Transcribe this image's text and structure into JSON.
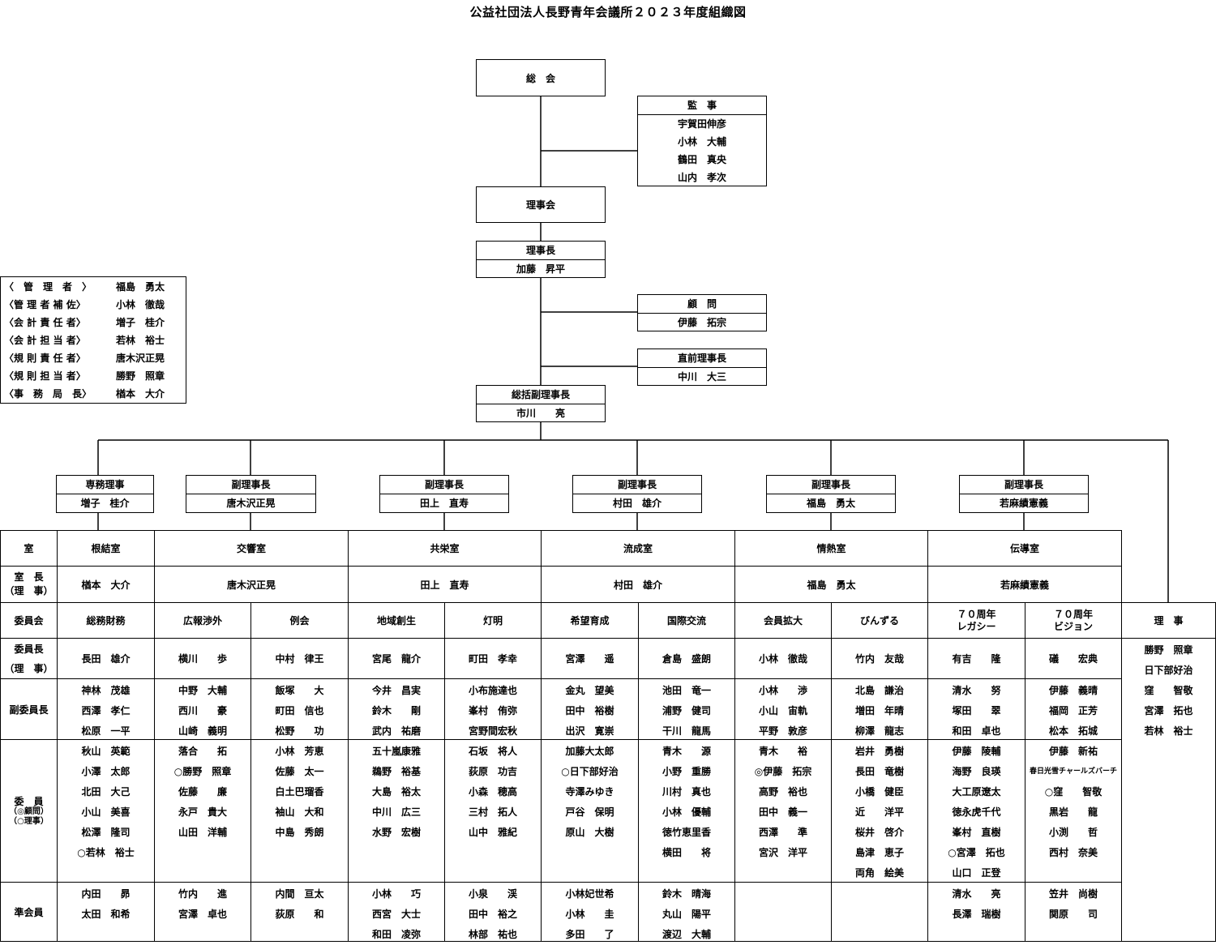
{
  "title": "公益社団法人長野青年会議所２０２３年度組織図",
  "souka": "総　会",
  "kanji": {
    "header": "監　事",
    "names": [
      "宇賀田伸彦",
      "小林　大輔",
      "鶴田　真央",
      "山内　孝次"
    ]
  },
  "rijikai": "理事会",
  "rijicho": {
    "header": "理事長",
    "name": "加藤　昇平"
  },
  "komon": {
    "header": "顧　問",
    "name": "伊藤　拓宗"
  },
  "chokuzen": {
    "header": "直前理事長",
    "name": "中川　大三"
  },
  "sokatsu": {
    "header": "総括副理事長",
    "name": "市川　　亮"
  },
  "management": [
    {
      "role": "〈　管　理　者　〉",
      "name": "福島　勇太"
    },
    {
      "role": "〈管 理 者 補 佐〉",
      "name": "小林　徹哉"
    },
    {
      "role": "〈会 計 責 任 者〉",
      "name": "増子　桂介"
    },
    {
      "role": "〈会 計 担 当 者〉",
      "name": "若林　裕士"
    },
    {
      "role": "〈規 則 責 任 者〉",
      "name": "唐木沢正晃"
    },
    {
      "role": "〈規 則 担 当 者〉",
      "name": "勝野　照章"
    },
    {
      "role": "〈事　務　局　長〉",
      "name": "楢本　大介"
    }
  ],
  "officers": [
    {
      "title": "専務理事",
      "name": "増子　桂介"
    },
    {
      "title": "副理事長",
      "name": "唐木沢正晃"
    },
    {
      "title": "副理事長",
      "name": "田上　直寿"
    },
    {
      "title": "副理事長",
      "name": "村田　雄介"
    },
    {
      "title": "副理事長",
      "name": "福島　勇太"
    },
    {
      "title": "副理事長",
      "name": "若麻績憲義"
    }
  ],
  "row_labels": {
    "shitsu": "室",
    "shitsucho_1": "室　長",
    "shitsucho_2": "（理　事）",
    "iinkai": "委員会",
    "iincho_1": "委員長",
    "iincho_2": "（理　事）",
    "fuku": "副委員長",
    "iin_1": "委　員",
    "iin_2": "（◎顧問）",
    "iin_3": "（○理事）",
    "jun": "準会員"
  },
  "rooms": [
    {
      "name": "根結室",
      "head": "楢本　大介"
    },
    {
      "name": "交響室",
      "head": "唐木沢正晃"
    },
    {
      "name": "共栄室",
      "head": "田上　直寿"
    },
    {
      "name": "流成室",
      "head": "村田　雄介"
    },
    {
      "name": "情熱室",
      "head": "福島　勇太"
    },
    {
      "name": "伝導室",
      "head": "若麻績憲義"
    }
  ],
  "committees": [
    {
      "name": "総務財務",
      "chair": "長田　雄介",
      "vice": [
        "神林　茂雄",
        "西澤　孝仁",
        "松原　一平"
      ],
      "members": [
        "秋山　英範",
        "小澤　太郎",
        "北田　大己",
        "小山　美喜",
        "松澤　隆司",
        "○若林　裕士"
      ],
      "assoc": [
        "内田　　昴",
        "太田　和希"
      ]
    },
    {
      "name": "広報渉外",
      "chair": "横川　　歩",
      "vice": [
        "中野　大輔",
        "西川　　豪",
        "山崎　義明"
      ],
      "members": [
        "落合　　拓",
        "○勝野　照章",
        "佐藤　　廉",
        "永戸　貴大",
        "山田　洋輔"
      ],
      "assoc": [
        "竹内　　進",
        "宮澤　卓也"
      ]
    },
    {
      "name": "例会",
      "chair": "中村　律王",
      "vice": [
        "飯塚　　大",
        "町田　信也",
        "松野　　功"
      ],
      "members": [
        "小林　芳恵",
        "佐藤　太一",
        "白土巴瑠香",
        "袖山　大和",
        "中島　秀朗"
      ],
      "assoc": [
        "内間　亘太",
        "荻原　　和"
      ]
    },
    {
      "name": "地域創生",
      "chair": "宮尾　龍介",
      "vice": [
        "今井　昌実",
        "鈴木　　剛",
        "武内　祐磨"
      ],
      "members": [
        "五十嵐康雅",
        "鵜野　裕基",
        "大島　裕太",
        "中川　広三",
        "水野　宏樹"
      ],
      "assoc": [
        "小林　　巧",
        "西宮　大士",
        "和田　凌弥"
      ]
    },
    {
      "name": "灯明",
      "chair": "町田　孝幸",
      "vice": [
        "小布施達也",
        "峯村　侑弥",
        "宮野間宏秋"
      ],
      "members": [
        "石坂　将人",
        "荻原　功吉",
        "小森　穂高",
        "三村　拓人",
        "山中　雅紀"
      ],
      "assoc": [
        "小泉　　渓",
        "田中　裕之",
        "林部　祐也"
      ]
    },
    {
      "name": "希望育成",
      "chair": "宮澤　　遥",
      "vice": [
        "金丸　望美",
        "田中　裕樹",
        "出沢　寛崇"
      ],
      "members": [
        "加藤大太郎",
        "○日下部好治",
        "寺澤みゆき",
        "戸谷　保明",
        "原山　大樹"
      ],
      "assoc": [
        "小林妃世希",
        "小林　　圭",
        "多田　　了"
      ]
    },
    {
      "name": "国際交流",
      "chair": "倉島　盛朗",
      "vice": [
        "池田　竜一",
        "浦野　健司",
        "干川　龍馬"
      ],
      "members": [
        "青木　　源",
        "小野　重勝",
        "川村　真也",
        "小林　優輔",
        "徳竹恵里香",
        "横田　　将"
      ],
      "assoc": [
        "鈴木　晴海",
        "丸山　陽平",
        "渡辺　大輔"
      ]
    },
    {
      "name": "会員拡大",
      "chair": "小林　徹哉",
      "vice": [
        "小林　　渉",
        "小山　宙軌",
        "平野　敦彦"
      ],
      "members": [
        "青木　　裕",
        "◎伊藤　拓宗",
        "高野　裕也",
        "田中　義一",
        "西澤　　準",
        "宮沢　洋平"
      ],
      "assoc": []
    },
    {
      "name": "びんずる",
      "chair": "竹内　友哉",
      "vice": [
        "北島　謙治",
        "増田　年晴",
        "柳澤　龍志"
      ],
      "members": [
        "岩井　勇樹",
        "長田　竜樹",
        "小橋　健臣",
        "近　　洋平",
        "桜井　啓介",
        "島津　恵子",
        "両角　絵美"
      ],
      "assoc": []
    },
    {
      "name_1": "７０周年",
      "name_2": "レガシー",
      "chair": "有吉　　隆",
      "vice": [
        "清水　　努",
        "塚田　　翠",
        "和田　卓也"
      ],
      "members": [
        "伊藤　陵輔",
        "海野　良瑛",
        "大工原遼太",
        "徳永虎千代",
        "峯村　直樹",
        "○宮澤　拓也",
        "山口　正登"
      ],
      "assoc": [
        "清水　　亮",
        "長澤　瑞樹"
      ]
    },
    {
      "name_1": "７０周年",
      "name_2": "ビジョン",
      "chair": "礒　　宏典",
      "vice": [
        "伊藤　義晴",
        "福岡　正芳",
        "松本　拓城"
      ],
      "members": [
        "伊藤　新祐",
        "春日光雪チャールズバーチ",
        "○窪　　智敬",
        "黒岩　　龍",
        "小渕　　哲",
        "西村　奈美"
      ],
      "assoc": [
        "笠井　尚樹",
        "関原　　司"
      ]
    }
  ],
  "riji": {
    "header": "理　事",
    "names": [
      "勝野　照章",
      "日下部好治",
      "窪　　智敬",
      "宮澤　拓也",
      "若林　裕士"
    ]
  }
}
